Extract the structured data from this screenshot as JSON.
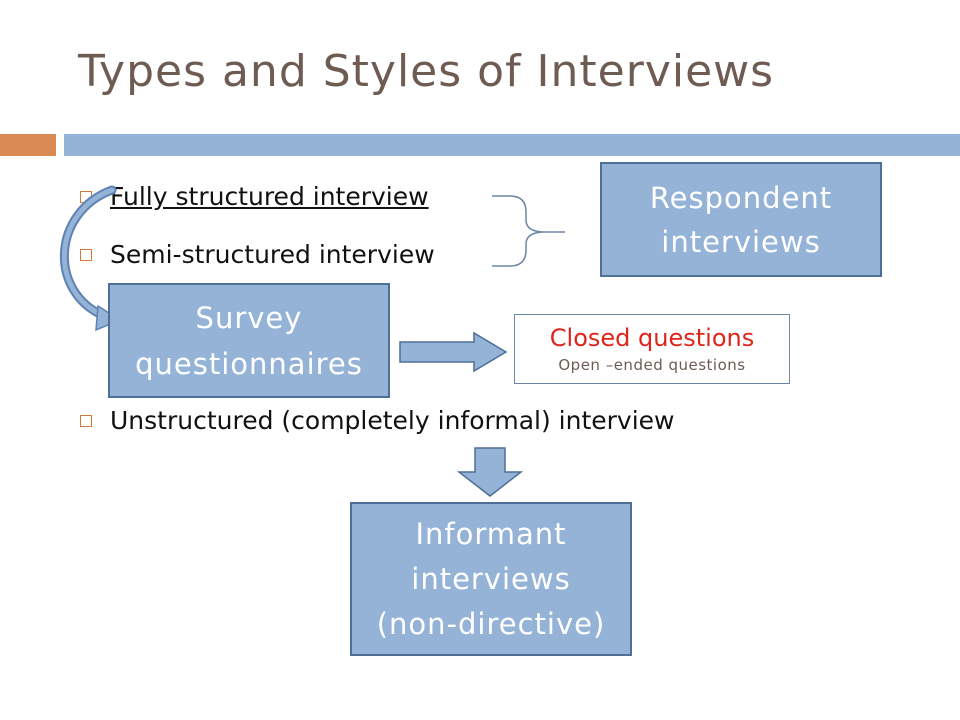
{
  "slide": {
    "title": "Types and Styles of Interviews"
  },
  "bullets": [
    {
      "text": "Fully structured interview"
    },
    {
      "text": "Semi-structured interview"
    },
    {
      "text": "Unstructured (completely informal) interview"
    }
  ],
  "boxes": {
    "respondent": {
      "line1": "Respondent",
      "line2": "interviews"
    },
    "survey": {
      "line1": "Survey",
      "line2": "questionnaires"
    },
    "questions": {
      "closed": "Closed questions",
      "open": "Open –ended questions"
    },
    "informant": {
      "line1": "Informant",
      "line2": "interviews",
      "line3": "(non-directive)"
    }
  },
  "colors": {
    "title": "#6e5b52",
    "accent_orange": "#d98a52",
    "accent_blue": "#95b3d7",
    "box_border": "#4f6f96",
    "closed_questions": "#e0241b"
  }
}
